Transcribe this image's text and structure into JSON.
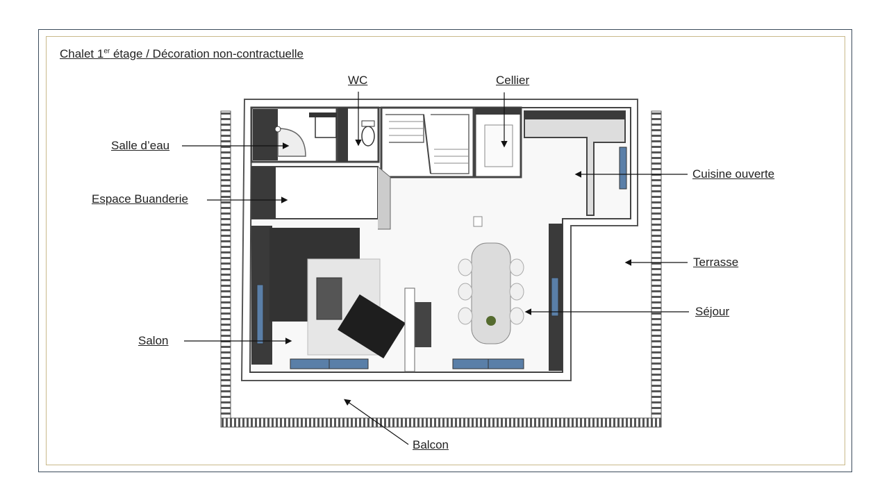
{
  "title": {
    "prefix": "Chalet 1",
    "superscript": "er",
    "suffix": " étage / Décoration non-contractuelle"
  },
  "labels": {
    "wc": "WC",
    "cellier": "Cellier",
    "salle_deau": "Salle d’eau",
    "espace_buanderie": "Espace Buanderie",
    "cuisine_ouverte": "Cuisine ouverte",
    "terrasse": "Terrasse",
    "sejour": "Séjour",
    "salon": "Salon",
    "balcon": "Balcon"
  },
  "colors": {
    "wall": "#555555",
    "wall_dark": "#3c3c3c",
    "frame_outer": "#3a4a5a",
    "frame_inner": "#c9b98a",
    "window": "#5a7fa8",
    "sofa": "#333333",
    "rug": "#e6e6e6"
  }
}
